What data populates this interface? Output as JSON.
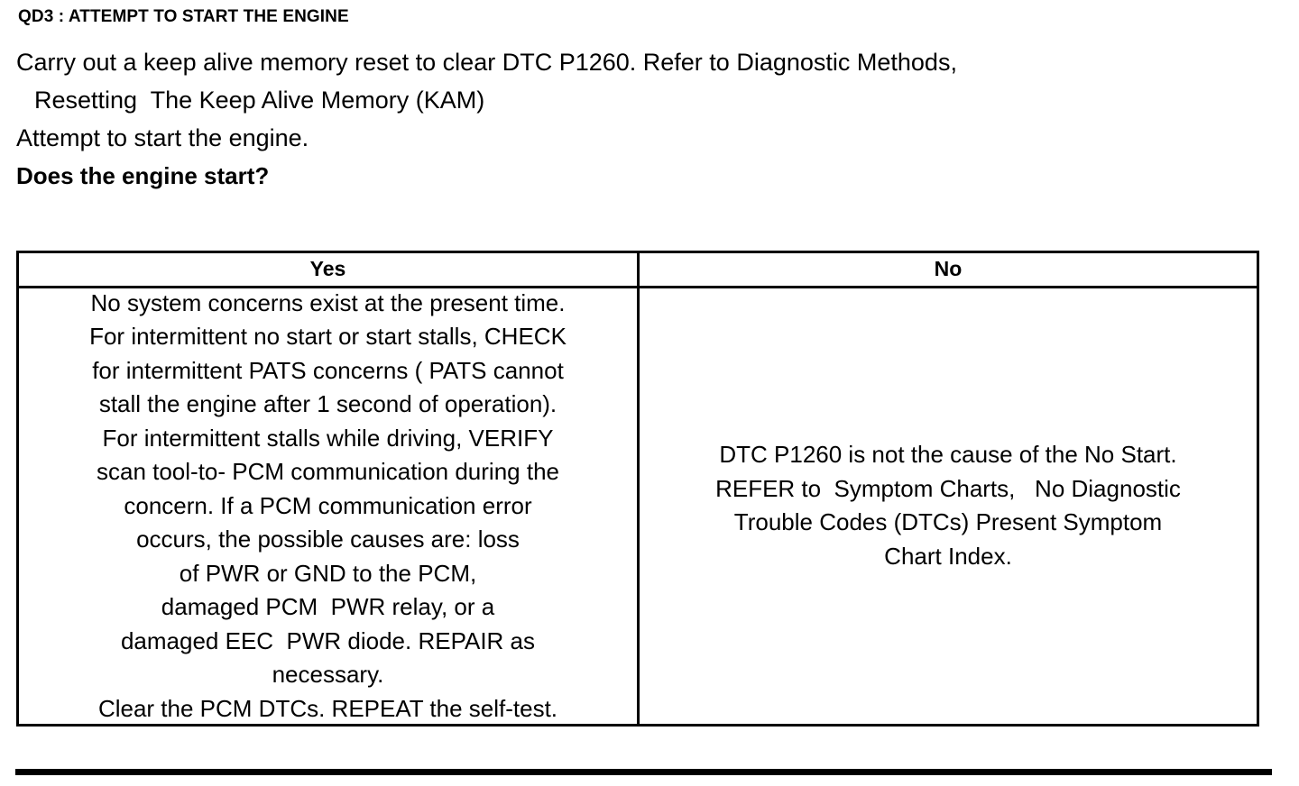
{
  "document": {
    "step_id": "QD3",
    "step_title": "QD3 : ATTEMPT TO START THE ENGINE"
  },
  "instructions": {
    "lines": [
      "Carry out a keep alive memory reset to clear DTC P1260. Refer to Diagnostic Methods,",
      "Resetting  The Keep Alive Memory (KAM)",
      "Attempt to start the engine."
    ],
    "question": "Does the engine start?"
  },
  "result_table": {
    "headers": [
      "Yes",
      "No"
    ],
    "yes_cell": {
      "lines": [
        "No system concerns exist at the present time.",
        "For intermittent no start or start stalls, CHECK",
        "for intermittent PATS concerns ( PATS cannot",
        "stall the engine after 1 second of operation).",
        "For intermittent stalls while driving, VERIFY",
        "scan tool-to- PCM communication during the",
        "concern. If a PCM communication error",
        "occurs, the possible causes are: loss",
        "of PWR or GND to the PCM,",
        "damaged PCM  PWR relay, or a",
        "damaged EEC  PWR diode. REPAIR as",
        "necessary.",
        "Clear the PCM DTCs. REPEAT the self-test."
      ]
    },
    "no_cell": {
      "lines": [
        "DTC P1260 is not the cause of the No Start.",
        "REFER to  Symptom Charts,   No Diagnostic",
        "Trouble Codes (DTCs) Present Symptom",
        "Chart Index."
      ]
    }
  },
  "colors": {
    "text": "#000000",
    "background": "#ffffff",
    "border": "#000000"
  }
}
